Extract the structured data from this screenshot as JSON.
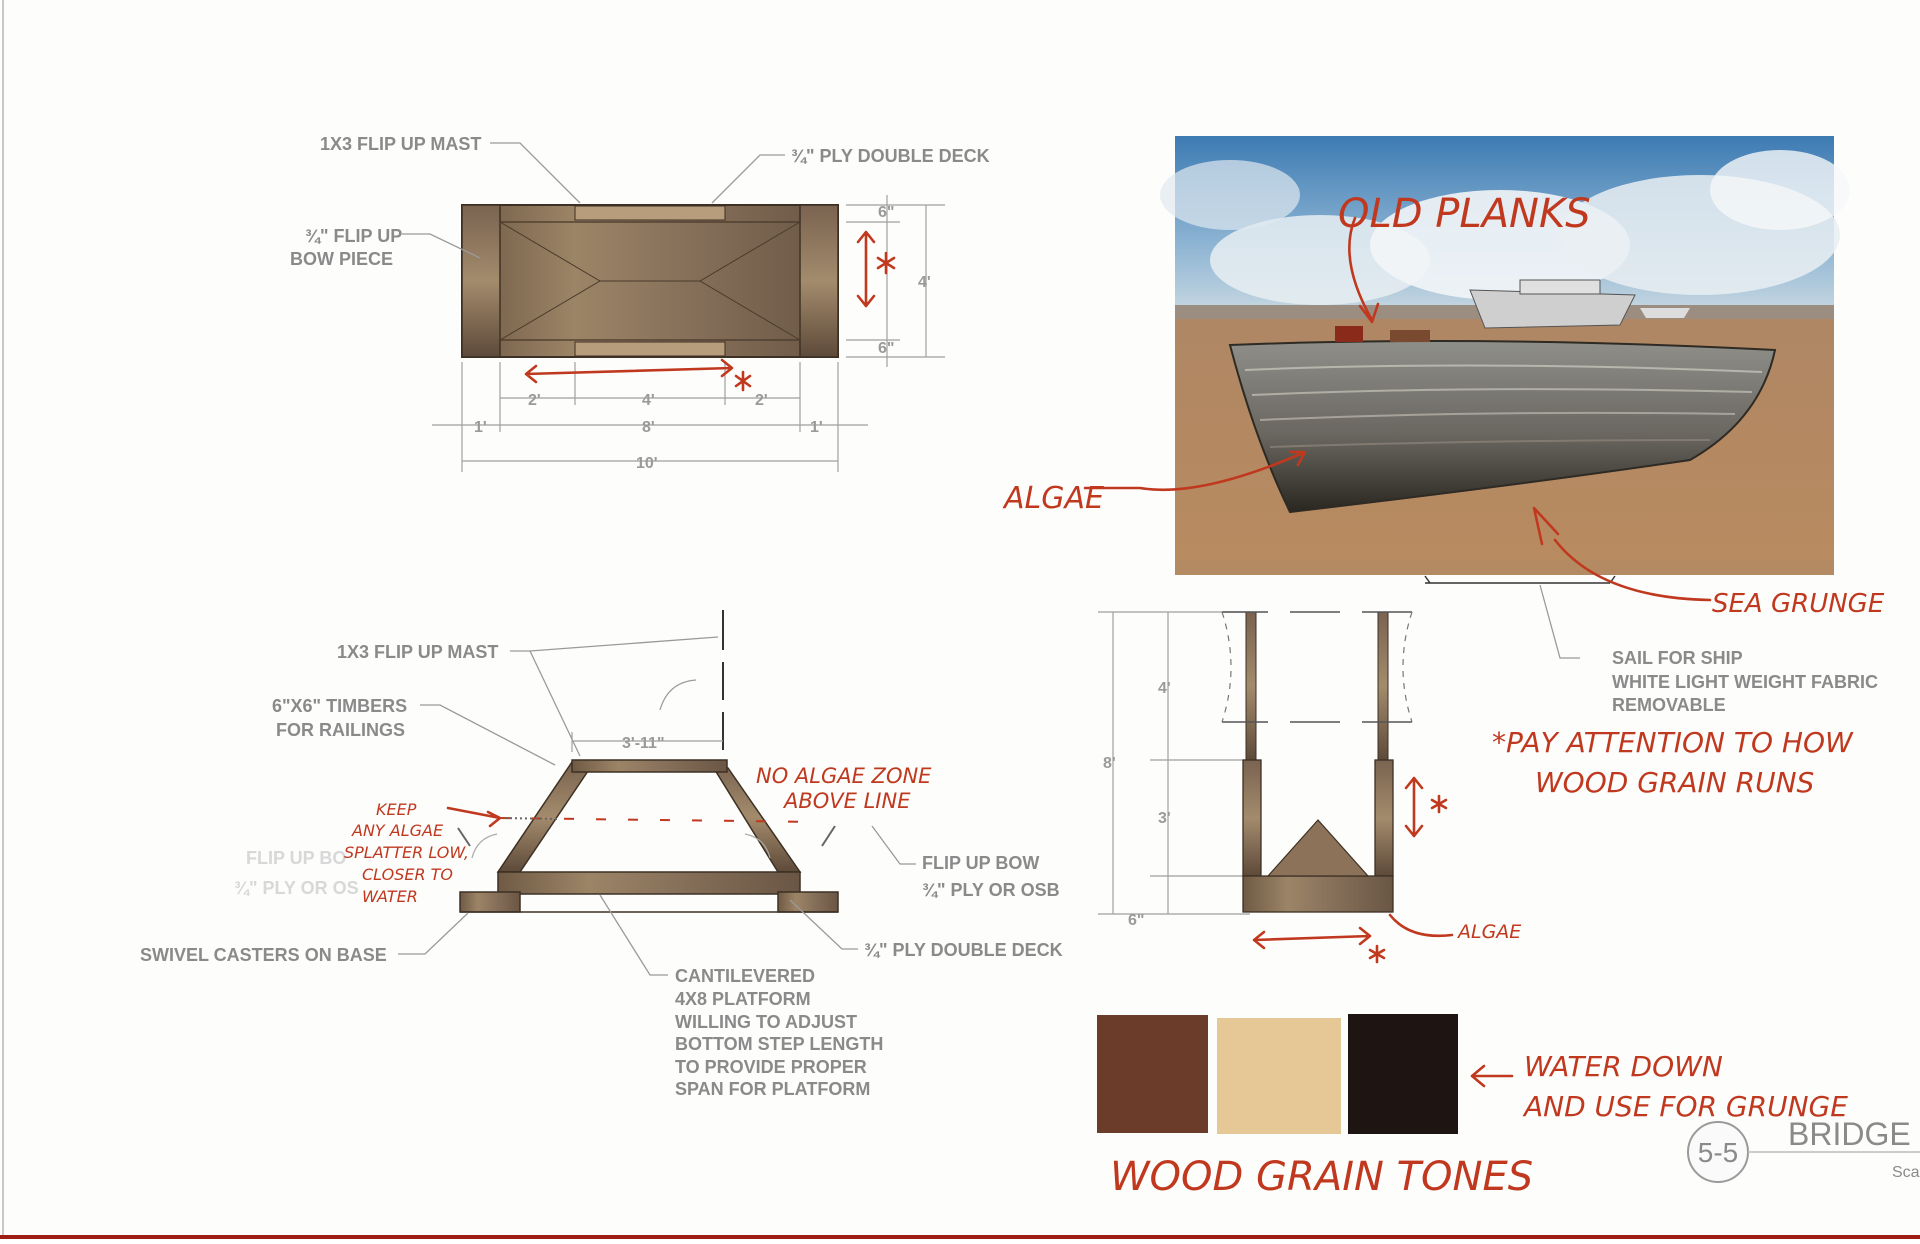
{
  "plan_view": {
    "mast_label": "1X3 FLIP UP MAST",
    "deck_label": "¾\" PLY DOUBLE DECK",
    "bow_label_1": "¾\" FLIP UP",
    "bow_label_2": "BOW PIECE",
    "dims": {
      "d6_top": "6\"",
      "d4": "4'",
      "d6_bot": "6\"",
      "d2_left": "2'",
      "d4_mid": "4'",
      "d2_right": "2'",
      "d1_left": "1'",
      "d8": "8'",
      "d1_right": "1'",
      "d10": "10'"
    }
  },
  "side_view": {
    "mast_label": "1X3 FLIP UP MAST",
    "timbers_1": "6\"X6\" TIMBERS",
    "timbers_2": "FOR RAILINGS",
    "top_dim": "3'-11\"",
    "ghost_1": "FLIP UP BO",
    "ghost_2": "¾\" PLY OR OS",
    "bow_1": "FLIP UP BOW",
    "bow_2": "¾\" PLY OR OSB",
    "casters": "SWIVEL CASTERS ON BASE",
    "deck": "¾\" PLY DOUBLE DECK",
    "platform": [
      "CANTILEVERED",
      "4X8 PLATFORM",
      "WILLING TO ADJUST",
      "BOTTOM STEP LENGTH",
      "TO PROVIDE PROPER",
      "SPAN FOR PLATFORM"
    ]
  },
  "end_view": {
    "dims": {
      "d4": "4'",
      "d8": "8'",
      "d3": "3'",
      "d6": "6\""
    },
    "sail": [
      "SAIL FOR SHIP",
      "WHITE LIGHT WEIGHT FABRIC",
      "REMOVABLE"
    ]
  },
  "annotations": {
    "old_planks": "OLD PLANKS",
    "algae_photo": "ALGAE",
    "sea_grunge": "SEA GRUNGE",
    "no_algae_1": "NO ALGAE ZONE",
    "no_algae_2": "ABOVE LINE",
    "keep_algae": [
      "KEEP",
      "ANY ALGAE",
      "SPLATTER LOW,",
      "CLOSER TO",
      "WATER"
    ],
    "grain_1": "*PAY ATTENTION TO HOW",
    "grain_2": "WOOD GRAIN RUNS",
    "algae_end": "ALGAE",
    "water_down_1": "WATER DOWN",
    "water_down_2": "AND USE FOR GRUNGE",
    "tones_title": "WOOD GRAIN TONES"
  },
  "swatches": {
    "colors": [
      "#6b3c2a",
      "#e6c897",
      "#1e1512"
    ]
  },
  "title_block": {
    "sheet_no": "5-5",
    "title": "BRIDGE",
    "scale": "Sca"
  },
  "colors": {
    "annotation_red": "#c0391f",
    "line_gray": "#9a9a9a"
  }
}
